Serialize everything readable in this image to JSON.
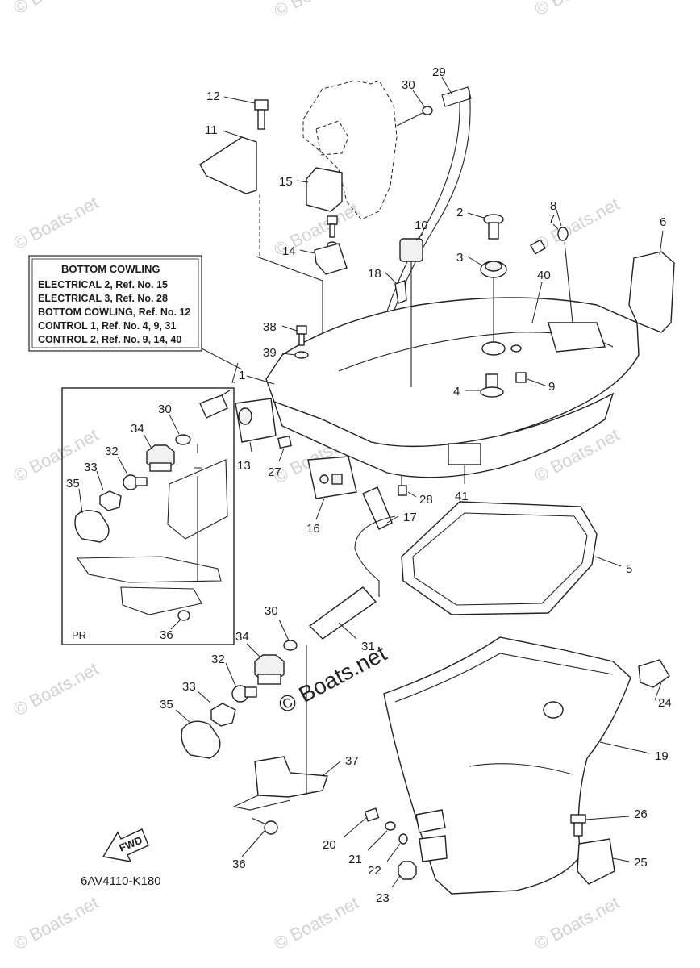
{
  "watermark": {
    "corner_text": "© Boats.net",
    "center_text": "© Boats.net"
  },
  "legend_box": {
    "title": "BOTTOM COWLING",
    "rows": [
      "ELECTRICAL 2, Ref. No. 15",
      "ELECTRICAL 3, Ref. No. 28",
      "BOTTOM COWLING, Ref. No. 12",
      "CONTROL 1, Ref. No. 4, 9, 31",
      "CONTROL 2, Ref. No. 9, 14, 40"
    ]
  },
  "inset": {
    "label": "PR"
  },
  "fwd_label": "FWD",
  "diagram_code": "6AV4110-K180",
  "callouts": {
    "c1": "1",
    "c2": "2",
    "c3": "3",
    "c4": "4",
    "c5": "5",
    "c6": "6",
    "c7": "7",
    "c8": "8",
    "c9": "9",
    "c10": "10",
    "c11": "11",
    "c12": "12",
    "c13": "13",
    "c14": "14",
    "c15": "15",
    "c16": "16",
    "c17": "17",
    "c18": "18",
    "c19": "19",
    "c20": "20",
    "c21": "21",
    "c22": "22",
    "c23": "23",
    "c24": "24",
    "c25": "25",
    "c26": "26",
    "c27": "27",
    "c28": "28",
    "c29": "29",
    "c30": "30",
    "c31": "31",
    "c32": "32",
    "c33": "33",
    "c34": "34",
    "c35": "35",
    "c36": "36",
    "c37": "37",
    "c38": "38",
    "c39": "39",
    "c40": "40",
    "c41": "41",
    "pr30": "30",
    "pr34": "34",
    "pr32": "32",
    "pr33": "33",
    "pr35": "35",
    "pr36": "36"
  }
}
